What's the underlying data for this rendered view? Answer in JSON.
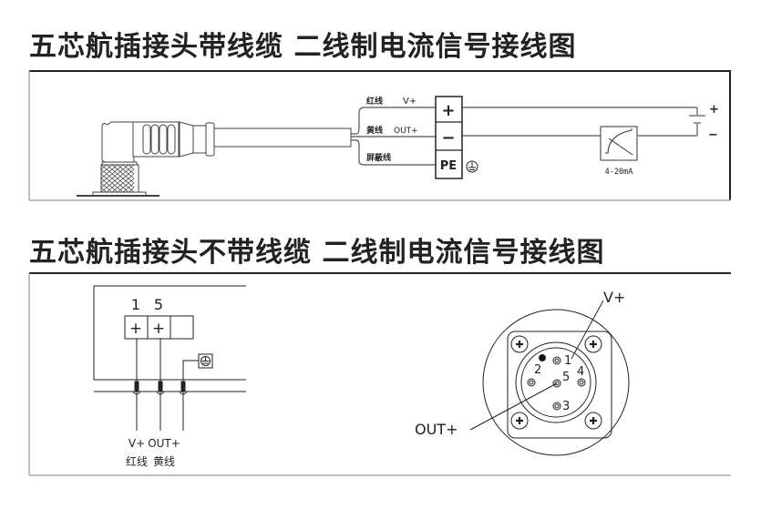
{
  "diagram1": {
    "title": "五芯航插接头带线缆 二线制电流信号接线图",
    "wires": [
      {
        "name": "红线",
        "signal": "V+"
      },
      {
        "name": "黄线",
        "signal": "OUT+"
      },
      {
        "name": "屏蔽线",
        "signal": ""
      }
    ],
    "terminals": [
      "+",
      "−",
      "PE"
    ],
    "meter_label": "4-20mA",
    "supply_plus": "+",
    "supply_minus": "−"
  },
  "diagram2": {
    "title": "五芯航插接头不带线缆 二线制电流信号接线图",
    "pin_numbers": [
      "1",
      "5"
    ],
    "terminal_signs": [
      "+",
      "+"
    ],
    "bottom_signals": [
      "V+",
      "OUT+"
    ],
    "bottom_wires": [
      "红线",
      "黄线"
    ],
    "connector_pins": [
      "1",
      "2",
      "3",
      "4",
      "5"
    ],
    "callout_vplus": "V+",
    "callout_out": "OUT+"
  }
}
